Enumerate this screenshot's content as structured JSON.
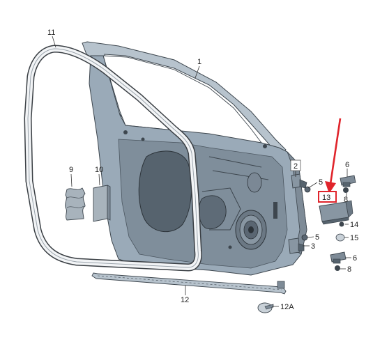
{
  "diagram": {
    "callouts": [
      {
        "id": "c1",
        "text": "1"
      },
      {
        "id": "c2",
        "text": "2"
      },
      {
        "id": "c3",
        "text": "3"
      },
      {
        "id": "c5a",
        "text": "5"
      },
      {
        "id": "c5b",
        "text": "5"
      },
      {
        "id": "c6a",
        "text": "6"
      },
      {
        "id": "c6b",
        "text": "6"
      },
      {
        "id": "c8a",
        "text": "8"
      },
      {
        "id": "c8b",
        "text": "8"
      },
      {
        "id": "c9",
        "text": "9"
      },
      {
        "id": "c10",
        "text": "10"
      },
      {
        "id": "c11",
        "text": "11"
      },
      {
        "id": "c12",
        "text": "12"
      },
      {
        "id": "c12a",
        "text": "12A"
      },
      {
        "id": "c13",
        "text": "13"
      },
      {
        "id": "c14",
        "text": "14"
      },
      {
        "id": "c15",
        "text": "15"
      }
    ],
    "highlight": {
      "label": "13",
      "color": "#e0242b"
    },
    "colors": {
      "panel": "#9aaab8",
      "panel_dark": "#56636e",
      "seal": "#f2f4f6",
      "seal_edge": "#3a3f44",
      "pad": "#a8b3bc",
      "arrow": "#e0242b"
    }
  }
}
